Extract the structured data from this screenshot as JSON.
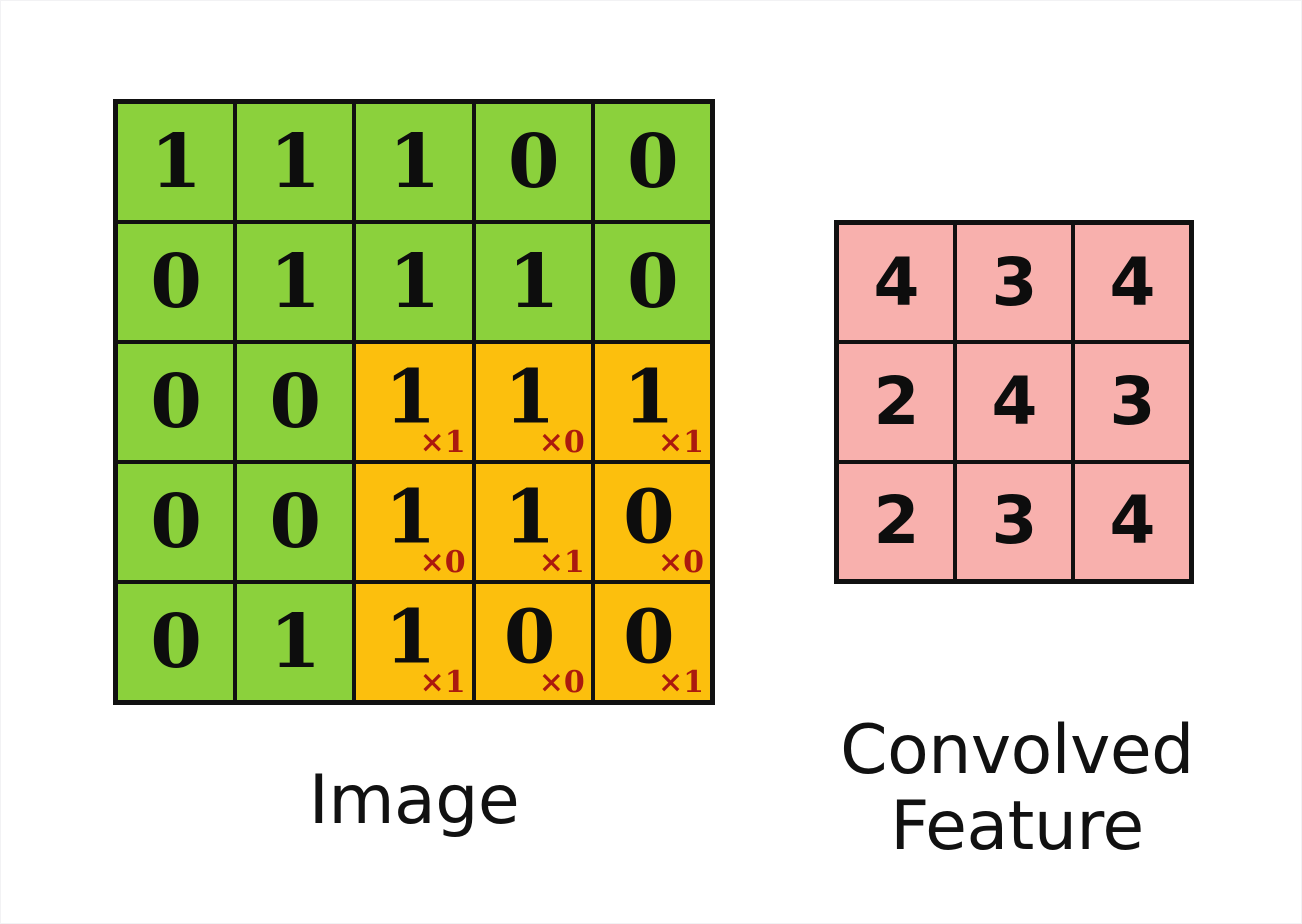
{
  "chart_data": {
    "type": "table",
    "title": "2D convolution illustration",
    "colors": {
      "green": "#8bd13c",
      "yellow": "#fcbf0d",
      "pink": "#f8b0ad",
      "border": "#111111",
      "multiplier_red": "#ab1a0e",
      "background": "#ffffff"
    },
    "image_matrix": {
      "label": "Image",
      "rows": 5,
      "cols": 5,
      "values": [
        [
          1,
          1,
          1,
          0,
          0
        ],
        [
          0,
          1,
          1,
          1,
          0
        ],
        [
          0,
          0,
          1,
          1,
          1
        ],
        [
          0,
          0,
          1,
          1,
          0
        ],
        [
          0,
          1,
          1,
          0,
          0
        ]
      ],
      "highlight_region": {
        "row_start": 2,
        "row_end": 4,
        "col_start": 2,
        "col_end": 4
      },
      "kernel_multipliers": [
        [
          "×1",
          "×0",
          "×1"
        ],
        [
          "×0",
          "×1",
          "×0"
        ],
        [
          "×1",
          "×0",
          "×1"
        ]
      ]
    },
    "feature_matrix": {
      "label": "Convolved\nFeature",
      "rows": 3,
      "cols": 3,
      "values": [
        [
          4,
          3,
          4
        ],
        [
          2,
          4,
          3
        ],
        [
          2,
          3,
          4
        ]
      ]
    }
  },
  "image": {
    "caption": "Image",
    "cells": [
      {
        "v": "1",
        "c": "green",
        "m": ""
      },
      {
        "v": "1",
        "c": "green",
        "m": ""
      },
      {
        "v": "1",
        "c": "green",
        "m": ""
      },
      {
        "v": "0",
        "c": "green",
        "m": ""
      },
      {
        "v": "0",
        "c": "green",
        "m": ""
      },
      {
        "v": "0",
        "c": "green",
        "m": ""
      },
      {
        "v": "1",
        "c": "green",
        "m": ""
      },
      {
        "v": "1",
        "c": "green",
        "m": ""
      },
      {
        "v": "1",
        "c": "green",
        "m": ""
      },
      {
        "v": "0",
        "c": "green",
        "m": ""
      },
      {
        "v": "0",
        "c": "green",
        "m": ""
      },
      {
        "v": "0",
        "c": "green",
        "m": ""
      },
      {
        "v": "1",
        "c": "yellow",
        "m": "×1"
      },
      {
        "v": "1",
        "c": "yellow",
        "m": "×0"
      },
      {
        "v": "1",
        "c": "yellow",
        "m": "×1"
      },
      {
        "v": "0",
        "c": "green",
        "m": ""
      },
      {
        "v": "0",
        "c": "green",
        "m": ""
      },
      {
        "v": "1",
        "c": "yellow",
        "m": "×0"
      },
      {
        "v": "1",
        "c": "yellow",
        "m": "×1"
      },
      {
        "v": "0",
        "c": "yellow",
        "m": "×0"
      },
      {
        "v": "0",
        "c": "green",
        "m": ""
      },
      {
        "v": "1",
        "c": "green",
        "m": ""
      },
      {
        "v": "1",
        "c": "yellow",
        "m": "×1"
      },
      {
        "v": "0",
        "c": "yellow",
        "m": "×0"
      },
      {
        "v": "0",
        "c": "yellow",
        "m": "×1"
      }
    ]
  },
  "feature": {
    "caption_line1": "Convolved",
    "caption_line2": "Feature",
    "cells": [
      {
        "v": "4",
        "c": "pink"
      },
      {
        "v": "3",
        "c": "pink"
      },
      {
        "v": "4",
        "c": "pink"
      },
      {
        "v": "2",
        "c": "pink"
      },
      {
        "v": "4",
        "c": "pink"
      },
      {
        "v": "3",
        "c": "pink"
      },
      {
        "v": "2",
        "c": "pink"
      },
      {
        "v": "3",
        "c": "pink"
      },
      {
        "v": "4",
        "c": "pink"
      }
    ]
  }
}
